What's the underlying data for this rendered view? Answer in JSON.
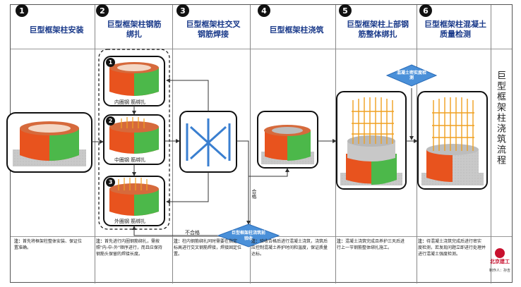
{
  "steps": [
    {
      "num": "1",
      "title": "巨型框架柱安装"
    },
    {
      "num": "2",
      "title": "巨型框架柱钢筋绑扎"
    },
    {
      "num": "3",
      "title": "巨型框架柱交叉钢筋焊接"
    },
    {
      "num": "4",
      "title": "巨型框架柱浇筑"
    },
    {
      "num": "5",
      "title": "巨型框架柱上部钢筋整体绑扎"
    },
    {
      "num": "6",
      "title": "巨型框架柱混凝土质量检测"
    }
  ],
  "side_title": "巨型框架柱浇筑流程",
  "sub_steps": [
    {
      "num": "1",
      "label": "内圈钢 筋绑扎"
    },
    {
      "num": "2",
      "label": "中圈钢 筋绑扎"
    },
    {
      "num": "3",
      "label": "外圈钢 筋绑扎"
    }
  ],
  "decision": {
    "label": "巨型框架柱浇筑前验收",
    "pass": "合格",
    "fail": "不合格"
  },
  "inspection": {
    "label": "混凝土密实度检测"
  },
  "notes": [
    {
      "prefix": "注：",
      "text": "首先将框架柱整体安装、保证位置准确。"
    },
    {
      "prefix": "注：",
      "text": "首先进行内圈钢筋绑扎，需按照\"内-中-外\"顺序进行，而且应保持钢筋头保留的焊接长度。"
    },
    {
      "prefix": "注：",
      "text": "柱内钢筋绑扎同时需要在指定标高进行交叉钢筋焊接，焊接固定位置。"
    },
    {
      "prefix": "注：",
      "text": "验收合格后进行混凝土浇筑，浇筑后应控制混凝土养护时间和温度，保证质量达标。"
    },
    {
      "prefix": "注：",
      "text": "混凝土浇筑完成且养护三天后进行上一节钢筋整体绑扎施工。"
    },
    {
      "prefix": "注：",
      "text": "待混凝土浇筑完成后进行密实度检测，若发现问题立即进行处理并进行混凝土强度检测。"
    }
  ],
  "logo": {
    "name": "北京建工",
    "maker": "制作人：孙吉"
  },
  "colors": {
    "orange": "#e8531e",
    "green": "#4cb84a",
    "blue": "#4a90d9",
    "gold": "#f0a020"
  }
}
